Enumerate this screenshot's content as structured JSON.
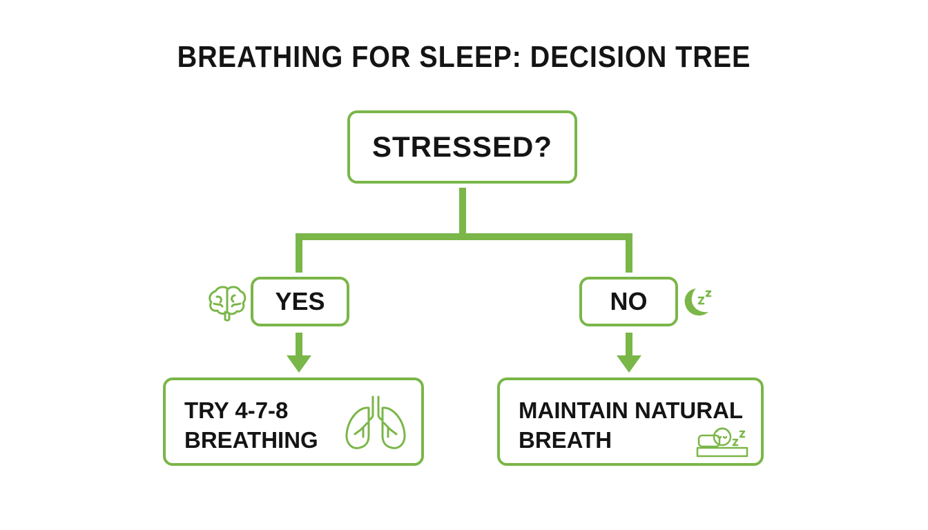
{
  "title": "BREATHING FOR SLEEP: DECISION TREE",
  "root": {
    "label": "STRESSED?"
  },
  "branches": {
    "yes": {
      "label": "YES",
      "icon": "brain-icon",
      "outcome": {
        "lines": [
          "TRY 4-7-8",
          "BREATHING"
        ],
        "icon": "lungs-icon"
      }
    },
    "no": {
      "label": "NO",
      "icon": "moon-sleep-icon",
      "outcome": {
        "lines": [
          "MAINTAIN NATURAL",
          "BREATH"
        ],
        "icon": "sleeping-person-icon"
      }
    }
  },
  "colors": {
    "accent": "#7ab648",
    "text": "#141414",
    "background": "#ffffff"
  }
}
